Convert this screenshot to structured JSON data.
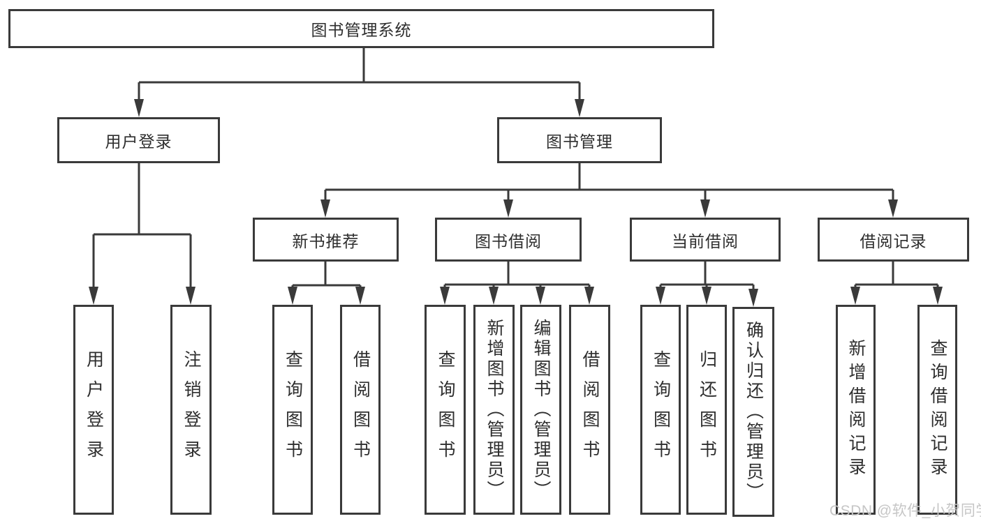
{
  "tree": {
    "root": "图书管理系统",
    "branches": [
      {
        "label": "用户登录",
        "leaves": [
          "用户登录",
          "注销登录"
        ]
      },
      {
        "label": "图书管理",
        "groups": [
          {
            "label": "新书推荐",
            "leaves": [
              "查询图书",
              "借阅图书"
            ]
          },
          {
            "label": "图书借阅",
            "leaves": [
              "查询图书",
              "新增图书（管理员）",
              "编辑图书（管理员）",
              "借阅图书"
            ]
          },
          {
            "label": "当前借阅",
            "leaves": [
              "查询图书",
              "归还图书",
              "确认归还（管理员）"
            ]
          },
          {
            "label": "借阅记录",
            "leaves": [
              "新增借阅记录",
              "查询借阅记录"
            ]
          }
        ]
      }
    ]
  },
  "watermark": "CSDN @软件_小贺同学",
  "colors": {
    "line": "#3a3a3a",
    "text": "#2e2e2e",
    "watermark": "#c6c6c6",
    "background": "#ffffff"
  }
}
